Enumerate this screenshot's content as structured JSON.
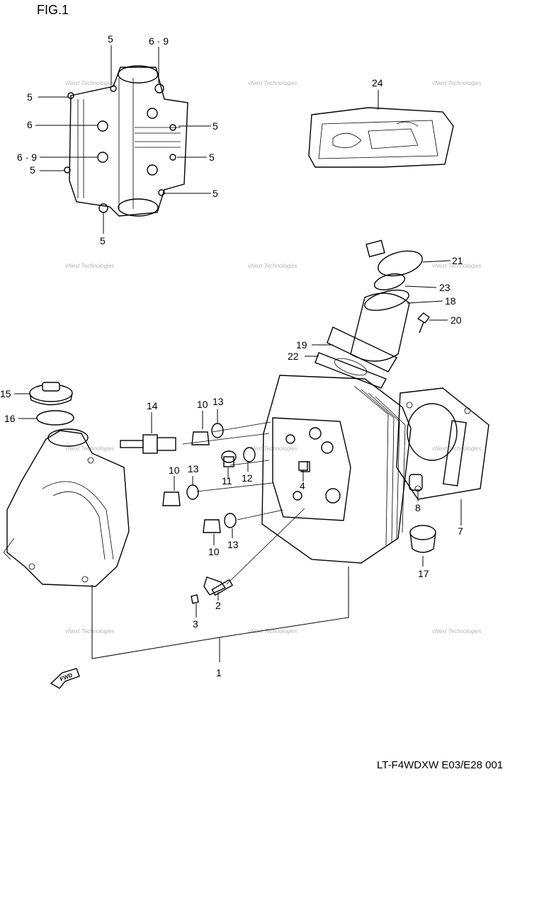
{
  "figure": {
    "title": "FIG.1",
    "footer": "LT-F4WDXW E03/E28  001",
    "fwd_label": "FWD"
  },
  "watermark": {
    "text": "vNext Technologies"
  },
  "callouts": {
    "inset": [
      {
        "id": "i5a",
        "label": "5"
      },
      {
        "id": "i69a",
        "label": "6 · 9"
      },
      {
        "id": "i5b",
        "label": "5"
      },
      {
        "id": "i6",
        "label": "6"
      },
      {
        "id": "i69b",
        "label": "6 · 9"
      },
      {
        "id": "i5c",
        "label": "5"
      },
      {
        "id": "i5d",
        "label": "5"
      },
      {
        "id": "i5e",
        "label": "5"
      },
      {
        "id": "i5f",
        "label": "5"
      },
      {
        "id": "i5g",
        "label": "5"
      }
    ],
    "main": [
      {
        "id": "p24",
        "label": "24"
      },
      {
        "id": "p21",
        "label": "21"
      },
      {
        "id": "p23",
        "label": "23"
      },
      {
        "id": "p18",
        "label": "18"
      },
      {
        "id": "p20",
        "label": "20"
      },
      {
        "id": "p19",
        "label": "19"
      },
      {
        "id": "p22",
        "label": "22"
      },
      {
        "id": "p15",
        "label": "15"
      },
      {
        "id": "p16",
        "label": "16"
      },
      {
        "id": "p14",
        "label": "14"
      },
      {
        "id": "p10a",
        "label": "10"
      },
      {
        "id": "p13a",
        "label": "13"
      },
      {
        "id": "p11",
        "label": "11"
      },
      {
        "id": "p12",
        "label": "12"
      },
      {
        "id": "p10b",
        "label": "10"
      },
      {
        "id": "p13b",
        "label": "13"
      },
      {
        "id": "p4",
        "label": "4"
      },
      {
        "id": "p8",
        "label": "8"
      },
      {
        "id": "p7",
        "label": "7"
      },
      {
        "id": "p10c",
        "label": "10"
      },
      {
        "id": "p13c",
        "label": "13"
      },
      {
        "id": "p17",
        "label": "17"
      },
      {
        "id": "p2",
        "label": "2"
      },
      {
        "id": "p3",
        "label": "3"
      },
      {
        "id": "p1",
        "label": "1"
      }
    ]
  }
}
